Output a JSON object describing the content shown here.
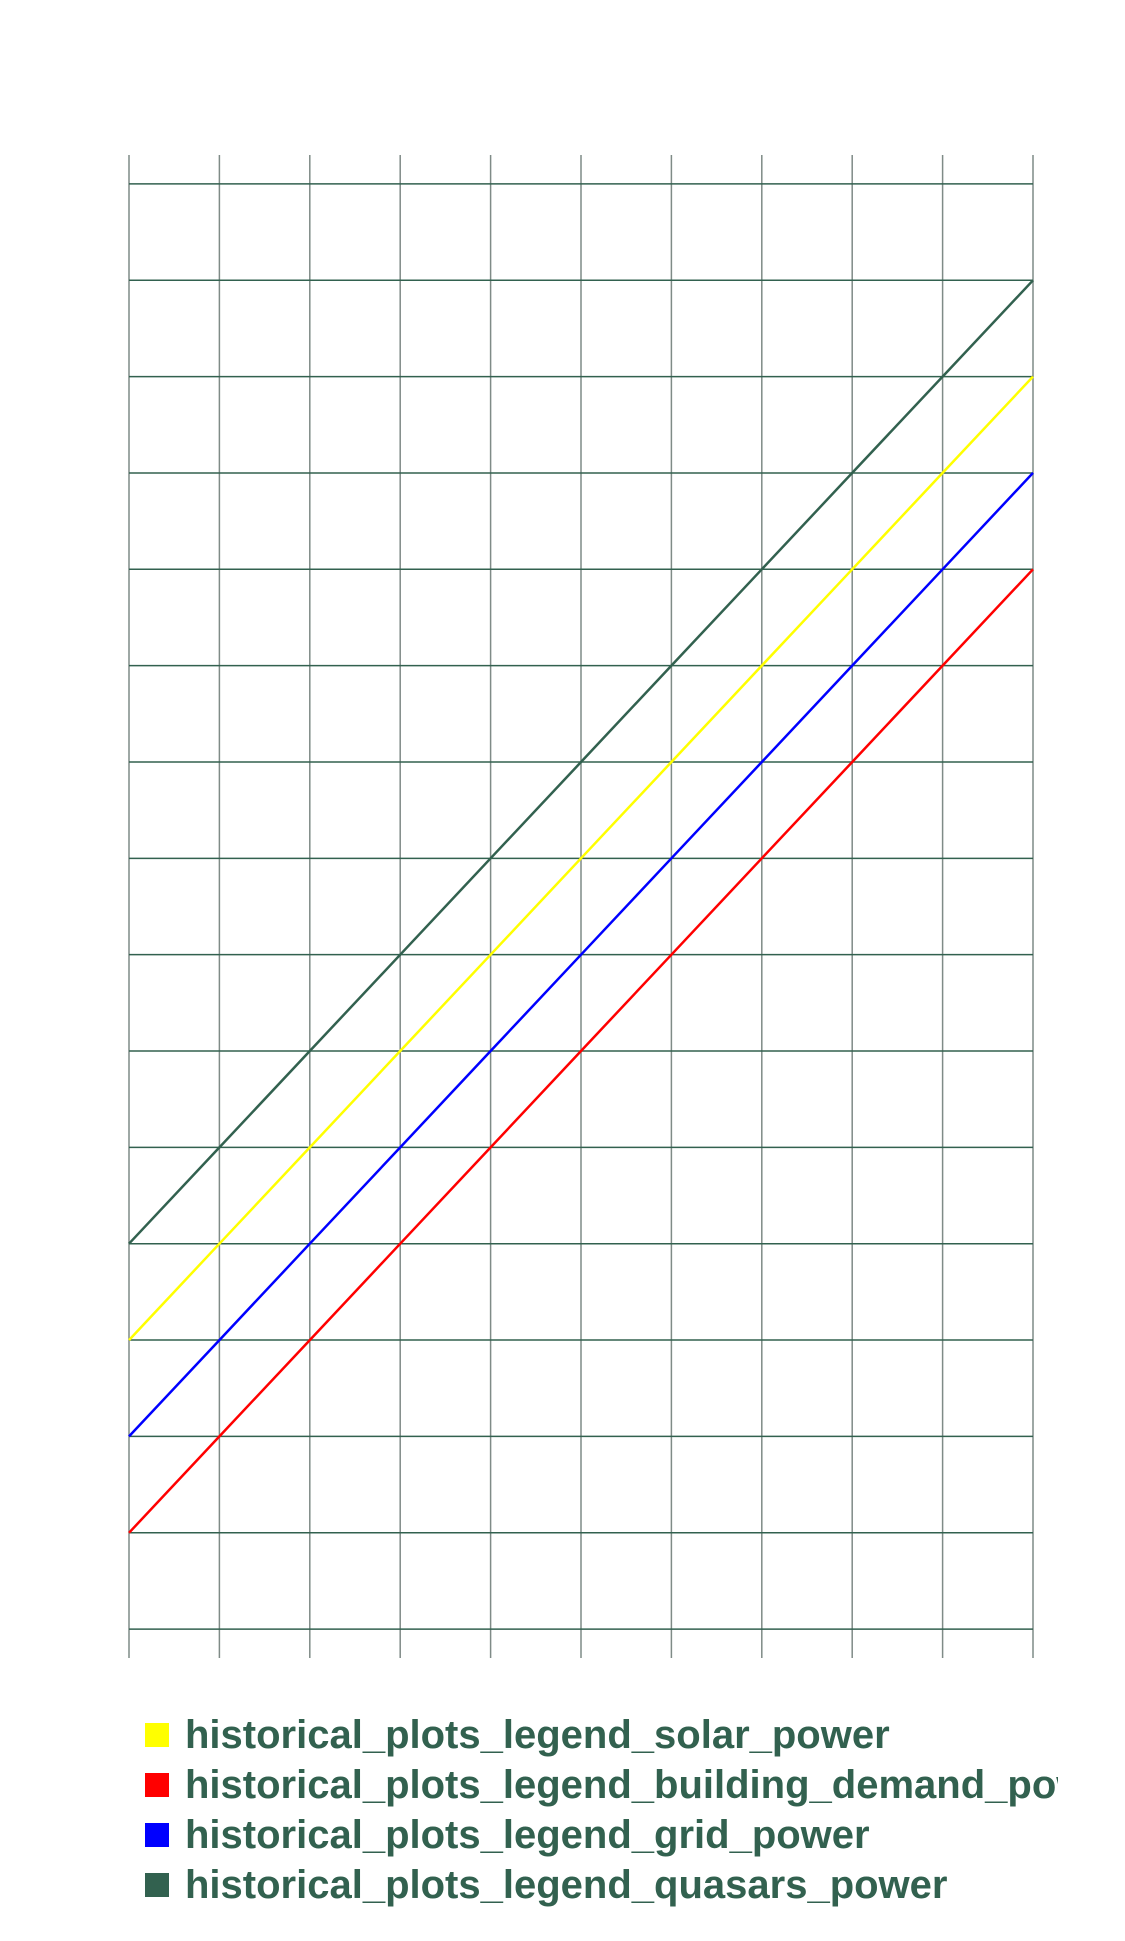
{
  "chart_data": {
    "type": "line",
    "title": "",
    "xlabel": "",
    "ylabel": "",
    "x": [
      0,
      1,
      2,
      3,
      4,
      5,
      6,
      7,
      8,
      9,
      10
    ],
    "xlim": [
      0,
      10
    ],
    "ylim": [
      -0.3,
      15.3
    ],
    "y_gridlines": [
      0,
      1,
      2,
      3,
      4,
      5,
      6,
      7,
      8,
      9,
      10,
      11,
      12,
      13,
      14,
      15
    ],
    "grid": true,
    "legend_position": "bottom",
    "series": [
      {
        "name": "historical_plots_legend_solar_power",
        "color": "#ffff00",
        "values": [
          3,
          4,
          5,
          6,
          7,
          8,
          9,
          10,
          11,
          12,
          13
        ]
      },
      {
        "name": "historical_plots_legend_building_demand_power",
        "color": "#ff0000",
        "values": [
          1,
          2,
          3,
          4,
          5,
          6,
          7,
          8,
          9,
          10,
          11
        ]
      },
      {
        "name": "historical_plots_legend_grid_power",
        "color": "#0000ff",
        "values": [
          2,
          3,
          4,
          5,
          6,
          7,
          8,
          9,
          10,
          11,
          12
        ]
      },
      {
        "name": "historical_plots_legend_quasars_power",
        "color": "#32614f",
        "values": [
          4,
          5,
          6,
          7,
          8,
          9,
          10,
          11,
          12,
          13,
          14
        ]
      }
    ]
  },
  "colors": {
    "grid": "#32614f",
    "vertical_grid": "#7f8b87",
    "legend_text": "#32614f"
  }
}
